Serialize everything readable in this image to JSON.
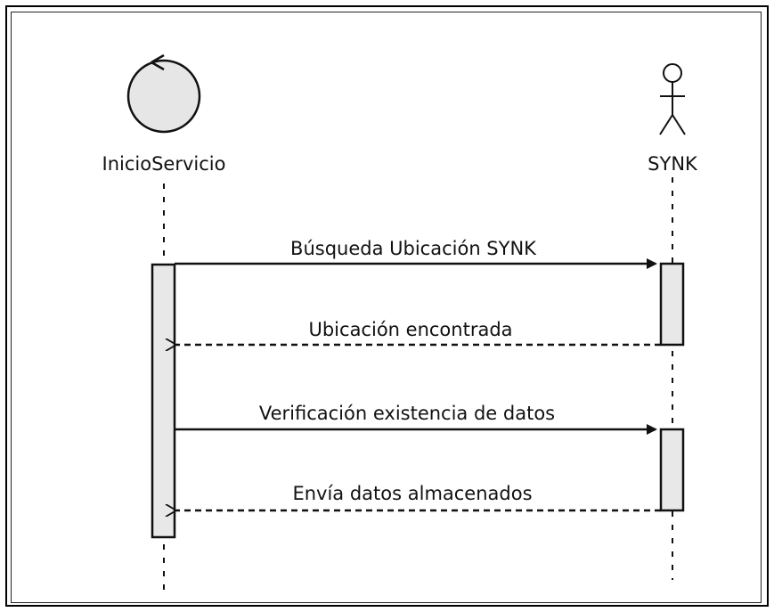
{
  "participants": [
    {
      "name": "InicioServicio",
      "kind": "control"
    },
    {
      "name": "SYNK",
      "kind": "actor"
    }
  ],
  "messages": [
    {
      "label": "Búsqueda Ubicación SYNK",
      "type": "sync",
      "from": "InicioServicio",
      "to": "SYNK"
    },
    {
      "label": "Ubicación encontrada",
      "type": "return",
      "from": "SYNK",
      "to": "InicioServicio"
    },
    {
      "label": "Verificación existencia de datos",
      "type": "sync",
      "from": "InicioServicio",
      "to": "SYNK"
    },
    {
      "label": "Envía datos almacenados",
      "type": "return",
      "from": "SYNK",
      "to": "InicioServicio"
    }
  ],
  "colors": {
    "line": "#111111",
    "activation_fill": "#e8e8e8"
  }
}
